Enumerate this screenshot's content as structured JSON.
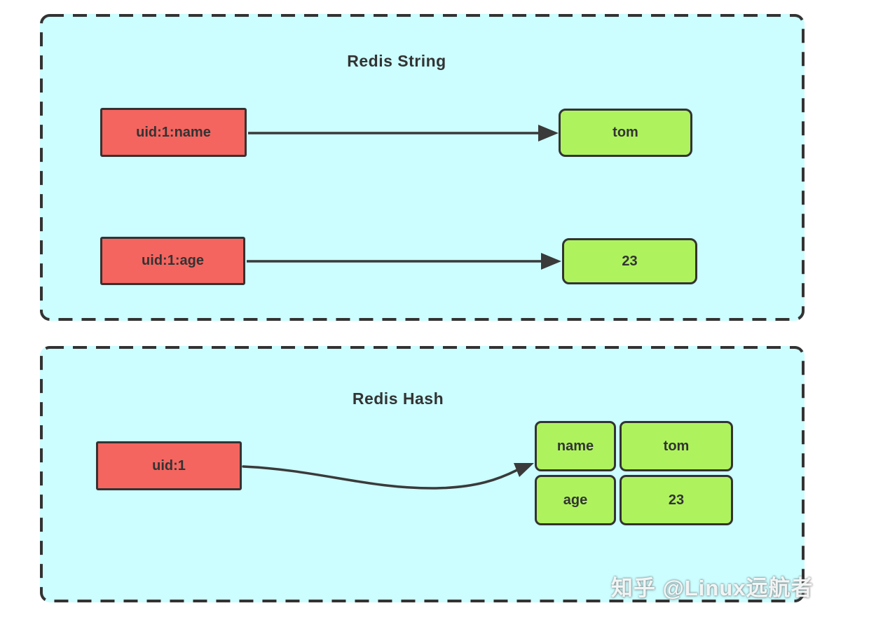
{
  "diagram": {
    "panels": [
      {
        "title": "Redis String",
        "pairs": [
          {
            "key": "uid:1:name",
            "value": "tom"
          },
          {
            "key": "uid:1:age",
            "value": "23"
          }
        ]
      },
      {
        "title": "Redis Hash",
        "key": "uid:1",
        "fields": [
          {
            "name": "name",
            "value": "tom"
          },
          {
            "name": "age",
            "value": "23"
          }
        ]
      }
    ],
    "colors": {
      "panel_background": "#ccfdff",
      "key_node_fill": "#f4655f",
      "value_node_fill": "#aef35e",
      "outline": "#333333",
      "connector": "#3a3a3a"
    },
    "watermark": "知乎 @Linux远航者"
  }
}
